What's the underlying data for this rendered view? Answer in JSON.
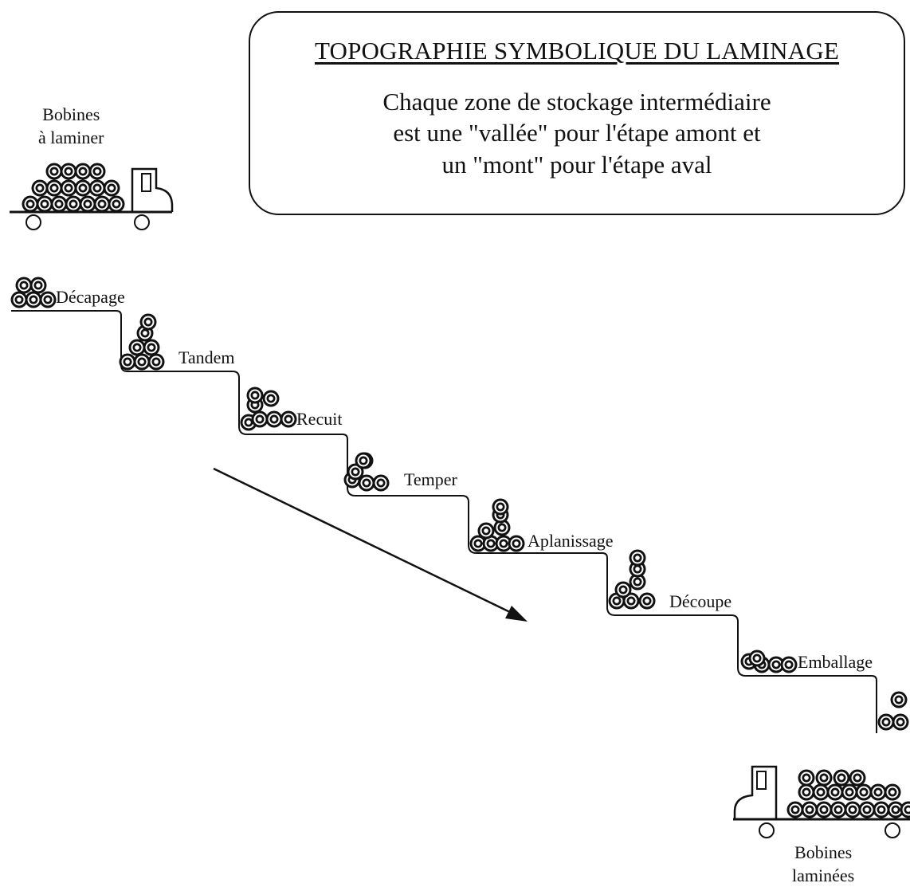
{
  "title": "TOPOGRAPHIE SYMBOLIQUE DU LAMINAGE",
  "subtitle_lines": [
    "Chaque zone de stockage intermédiaire",
    "est une \"vallée\" pour l'étape amont et",
    "un \"mont\" pour l'étape aval"
  ],
  "start": {
    "label_lines": [
      "Bobines",
      "à laminer"
    ],
    "icon": "truck-with-coils-icon"
  },
  "end": {
    "label_lines": [
      "Bobines",
      "laminées"
    ],
    "icon": "truck-with-coils-icon"
  },
  "steps": [
    {
      "label": "Décapage",
      "icon": "coil-stack-icon"
    },
    {
      "label": "Tandem",
      "icon": "coil-stack-icon"
    },
    {
      "label": "Recuit",
      "icon": "coil-stack-icon"
    },
    {
      "label": "Temper",
      "icon": "coil-stack-icon"
    },
    {
      "label": "Aplanissage",
      "icon": "coil-stack-icon"
    },
    {
      "label": "Découpe",
      "icon": "coil-stack-icon"
    },
    {
      "label": "Emballage",
      "icon": "coil-stack-icon"
    }
  ],
  "flow_direction_icon": "arrow-down-right-icon",
  "colors": {
    "ink": "#111111",
    "background": "#ffffff"
  }
}
